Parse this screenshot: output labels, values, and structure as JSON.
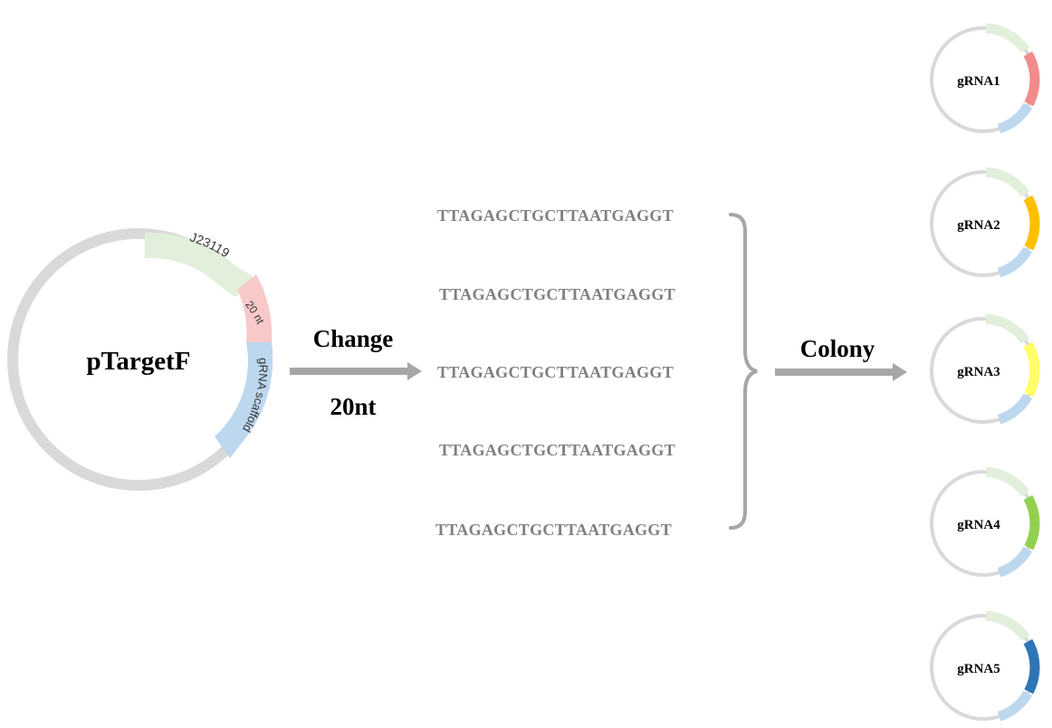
{
  "plasmid": {
    "name": "pTargetF",
    "segments": [
      {
        "label": "J23119",
        "color": "#e2efda"
      },
      {
        "label": "20 nt",
        "color": "#f8c9c9"
      },
      {
        "label": "gRNA scaffold",
        "color": "#bdd7ee"
      }
    ],
    "backbone_color": "#d9d9d9"
  },
  "step1": {
    "line1": "Change",
    "line2": "20nt"
  },
  "sequences": [
    "TTAGAGCTGCTTAATGAGGT",
    "TTAGAGCTGCTTAATGAGGT",
    "TTAGAGCTGCTTAATGAGGT",
    "TTAGAGCTGCTTAATGAGGT",
    "TTAGAGCTGCTTAATGAGGT"
  ],
  "step2": {
    "label": "Colony"
  },
  "products": [
    {
      "name": "gRNA1",
      "insert_color": "#f28b8b"
    },
    {
      "name": "gRNA2",
      "insert_color": "#ffc000"
    },
    {
      "name": "gRNA3",
      "insert_color": "#ffff66"
    },
    {
      "name": "gRNA4",
      "insert_color": "#92d050"
    },
    {
      "name": "gRNA5",
      "insert_color": "#2e75b6"
    }
  ],
  "colors": {
    "arrow": "#a6a6a6",
    "brace": "#a6a6a6",
    "sequence_text": "#7f7f7f"
  }
}
